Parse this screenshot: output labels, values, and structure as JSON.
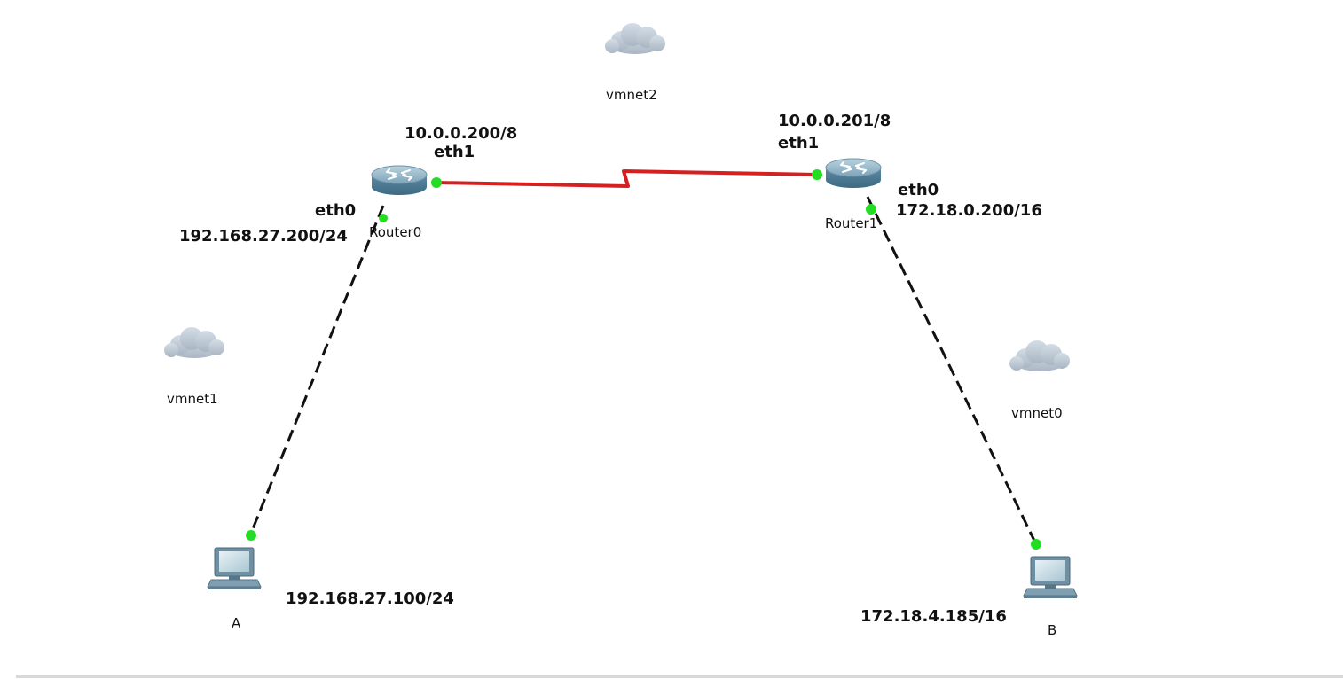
{
  "clouds": {
    "vmnet2": "vmnet2",
    "vmnet1": "vmnet1",
    "vmnet0": "vmnet0"
  },
  "devices": {
    "router0": "Router0",
    "router1": "Router1",
    "pc_a": "A",
    "pc_b": "B"
  },
  "interfaces": {
    "router0_eth1_ip": "10.0.0.200/8",
    "router0_eth1_name": "eth1",
    "router0_eth0_name": "eth0",
    "router0_eth0_ip": "192.168.27.200/24",
    "router1_eth1_ip": "10.0.0.201/8",
    "router1_eth1_name": "eth1",
    "router1_eth0_name": "eth0",
    "router1_eth0_ip": "172.18.0.200/16",
    "pc_a_ip": "192.168.27.100/24",
    "pc_b_ip": "172.18.4.185/16"
  },
  "colors": {
    "serial_link": "#d42020",
    "ethernet_link": "#111111",
    "port_up": "#22dd22"
  }
}
